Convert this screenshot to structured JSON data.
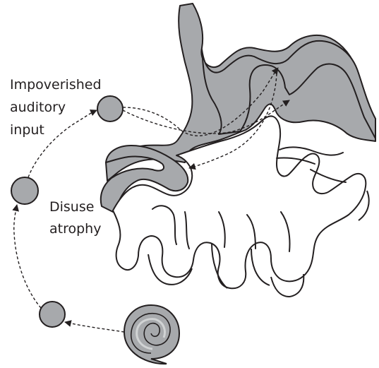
{
  "labels": {
    "input_line1": "Impoverished",
    "input_line2": "auditory",
    "input_line3": "input",
    "atrophy_line1": "Disuse",
    "atrophy_line2": "atrophy"
  },
  "colors": {
    "gray_fill": "#a7a9ac",
    "stroke": "#231f20",
    "background": "#ffffff"
  }
}
